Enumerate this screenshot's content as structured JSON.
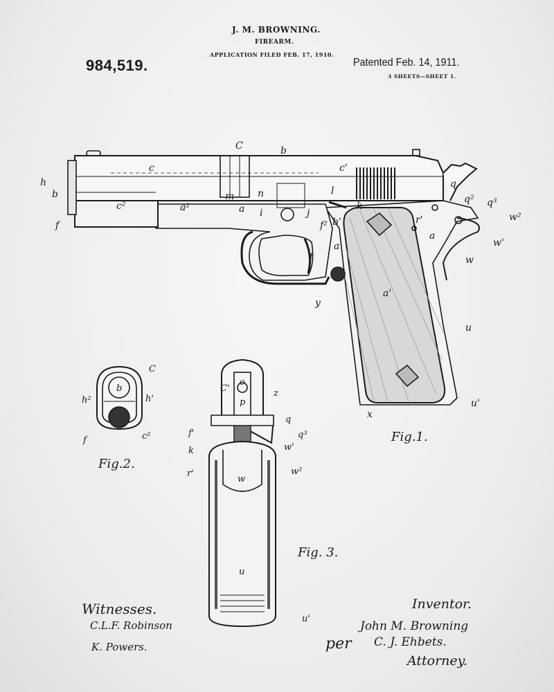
{
  "header": {
    "inventor": "J. M. BROWNING.",
    "title": "FIREARM.",
    "filed": "APPLICATION FILED FEB. 17, 1910.",
    "patent_number": "984,519.",
    "patented": "Patented Feb. 14, 1911.",
    "sheets": "3 SHEETS—SHEET 1."
  },
  "figures": {
    "fig1": "Fig.1.",
    "fig2": "Fig.2.",
    "fig3": "Fig. 3."
  },
  "fig1_labels": [
    "h",
    "b",
    "f",
    "c",
    "C",
    "b",
    "c²",
    "a²",
    "c'",
    "m",
    "n",
    "a",
    "i",
    "j",
    "l",
    "k",
    "f²",
    "b'",
    "a",
    "t",
    "y",
    "a'",
    "q",
    "q²",
    "q³",
    "r'",
    "w²",
    "a",
    "w'",
    "w",
    "u",
    "u'",
    "x"
  ],
  "fig2_labels": [
    "C",
    "b",
    "h²",
    "h'",
    "f",
    "c²"
  ],
  "fig3_labels": [
    "C'",
    "o",
    "p",
    "z",
    "f'",
    "k",
    "q",
    "q³",
    "w'",
    "r'",
    "w²",
    "w",
    "u",
    "u'"
  ],
  "footer": {
    "witnesses_label": "Witnesses.",
    "witness1": "C.L.F. Robinson",
    "witness2": "K. Powers.",
    "inventor_label": "Inventor.",
    "inventor_signature": "John M. Browning",
    "per": "per",
    "attorney_signature": "C. J. Ehbets.",
    "attorney_label": "Attorney."
  }
}
